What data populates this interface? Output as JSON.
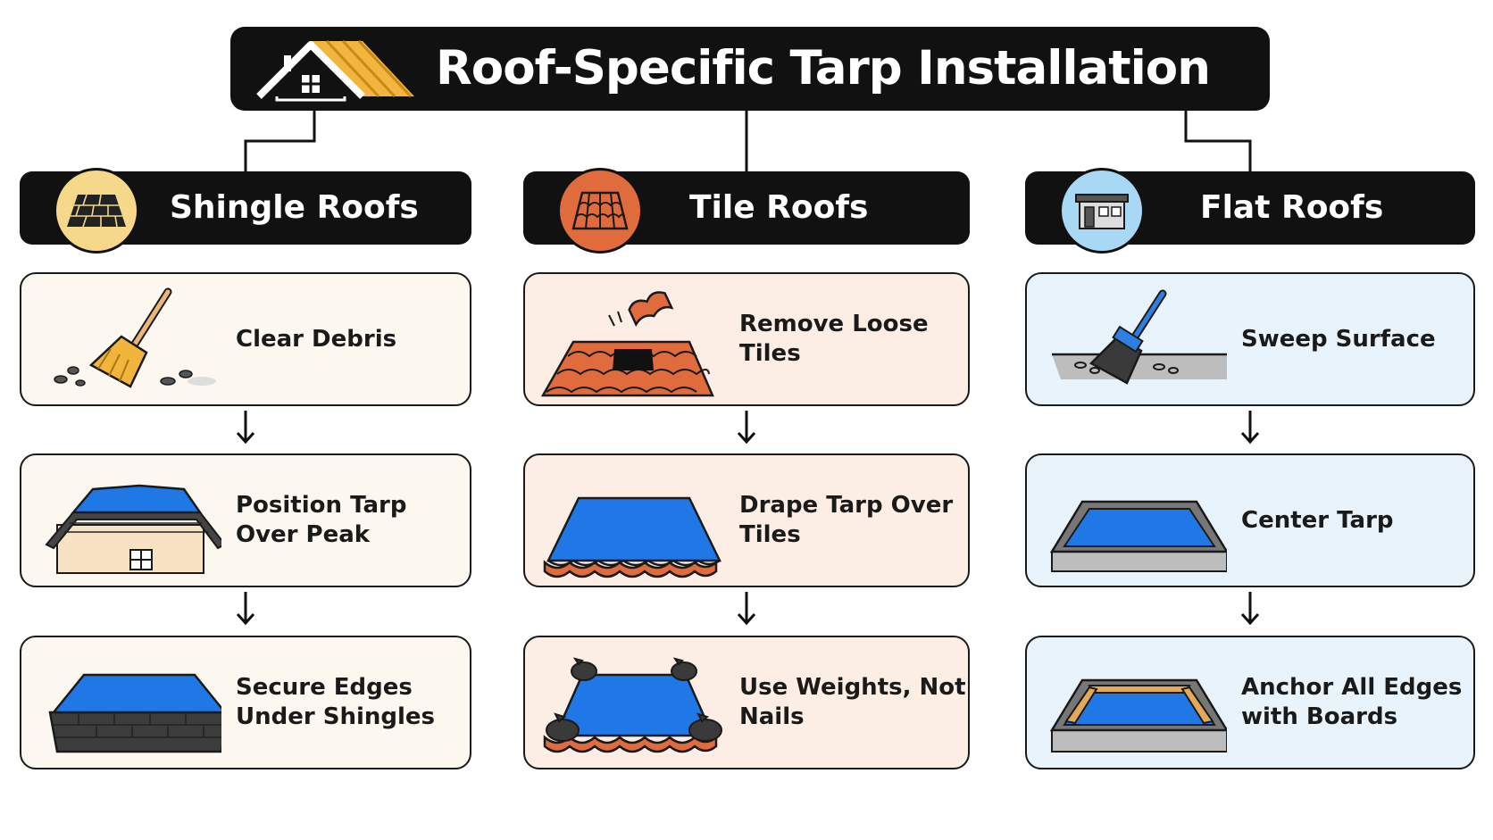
{
  "title": "Roof-Specific Tarp Installation",
  "colors": {
    "header_bg": "#111111",
    "shingle_accent": "#f6d88a",
    "tile_accent": "#e06b3d",
    "flat_accent": "#a9d8f5",
    "tarp_blue": "#1f78e6"
  },
  "columns": [
    {
      "label": "Shingle Roofs",
      "icon": "shingle-roof-icon",
      "steps": [
        {
          "text": "Clear Debris",
          "icon": "broom-icon"
        },
        {
          "text": "Position Tarp Over Peak",
          "icon": "tarp-over-peak-icon"
        },
        {
          "text": "Secure Edges Under Shingles",
          "icon": "tarp-under-shingles-icon"
        }
      ]
    },
    {
      "label": "Tile Roofs",
      "icon": "tile-roof-icon",
      "steps": [
        {
          "text": "Remove Loose Tiles",
          "icon": "loose-tile-icon"
        },
        {
          "text": "Drape Tarp Over Tiles",
          "icon": "tarp-over-tiles-icon"
        },
        {
          "text": "Use Weights, Not Nails",
          "icon": "sandbag-weights-icon"
        }
      ]
    },
    {
      "label": "Flat Roofs",
      "icon": "flat-roof-building-icon",
      "steps": [
        {
          "text": "Sweep Surface",
          "icon": "blue-broom-icon"
        },
        {
          "text": "Center Tarp",
          "icon": "centered-tarp-icon"
        },
        {
          "text": "Anchor All Edges with Boards",
          "icon": "board-anchored-tarp-icon"
        }
      ]
    }
  ]
}
